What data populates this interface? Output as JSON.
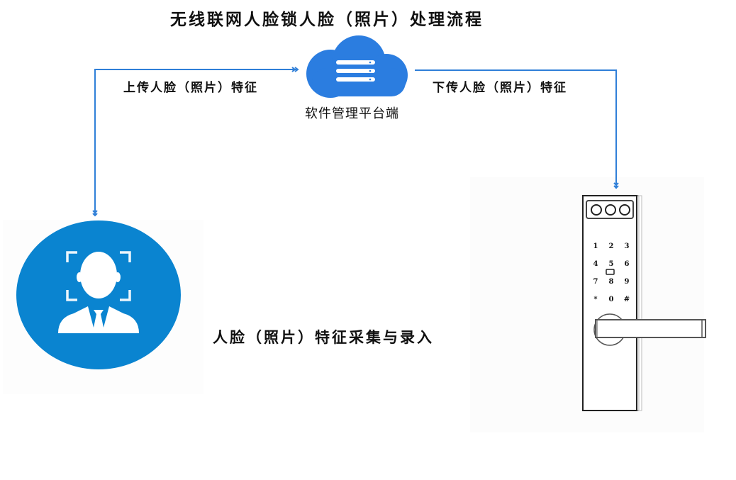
{
  "title": "无线联网人脸锁人脸（照片）处理流程",
  "nodes": {
    "cloud": {
      "label": "软件管理平台端",
      "icon": "cloud-server-icon",
      "color": "#2b7de0"
    },
    "face_capture": {
      "label": "人脸（照片）特征采集与录入",
      "icon": "face-recognition-person-icon",
      "color": "#0a84d0"
    },
    "door_lock": {
      "icon": "smart-door-lock-icon",
      "keypad": [
        "1",
        "2",
        "3",
        "4",
        "5",
        "6",
        "7",
        "8",
        "9",
        "*",
        "0",
        "#"
      ]
    }
  },
  "edges": {
    "upload": {
      "label": "上传人脸（照片）特征",
      "from": "face_capture",
      "to": "cloud"
    },
    "download": {
      "label": "下传人脸（照片）特征",
      "from": "cloud",
      "to": "door_lock"
    }
  },
  "colors": {
    "connector": "#2f7fd8",
    "text": "#111111",
    "lock_outline": "#333333"
  }
}
